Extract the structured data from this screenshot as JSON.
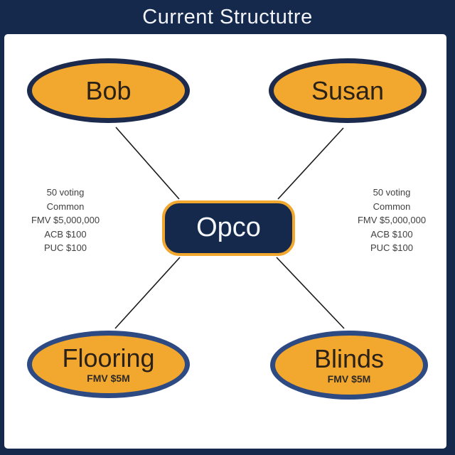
{
  "title": "Current Structutre",
  "colors": {
    "navy": "#15294d",
    "orange": "#f2a72e",
    "ellipse-border-top": "#1c2b4d",
    "ellipse-border-bottom": "#2e4a83",
    "connector": "#1a1a1a",
    "node-text": "#2a2118",
    "opco-text": "#f5f7fa",
    "annotation-text": "#404040",
    "canvas": "#ffffff",
    "title-text": "#f2f4f8"
  },
  "nodes": {
    "bob": {
      "label": "Bob"
    },
    "susan": {
      "label": "Susan"
    },
    "opco": {
      "label": "Opco"
    },
    "flooring": {
      "label": "Flooring",
      "sublabel": "FMV $5M"
    },
    "blinds": {
      "label": "Blinds",
      "sublabel": "FMV $5M"
    }
  },
  "annotations": {
    "left": {
      "lines": [
        "50 voting",
        "Common",
        "FMV $5,000,000",
        "ACB $100",
        "PUC $100"
      ]
    },
    "right": {
      "lines": [
        "50 voting",
        "Common",
        "FMV $5,000,000",
        "ACB $100",
        "PUC $100"
      ]
    }
  }
}
